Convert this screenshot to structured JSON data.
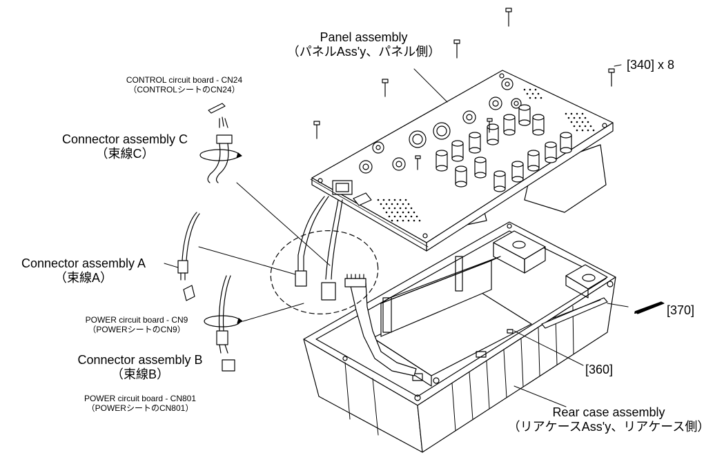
{
  "labels": {
    "panel_assembly": {
      "en": "Panel assembly",
      "ja": "（パネルAss'y、パネル側）"
    },
    "screws_340": "[340] x 8",
    "control_cn24": {
      "en": "CONTROL circuit board - CN24",
      "ja": "（CONTROLシートのCN24）"
    },
    "connector_c": {
      "en": "Connector assembly C",
      "ja": "（束線C）"
    },
    "connector_a": {
      "en": "Connector assembly A",
      "ja": "（束線A）"
    },
    "power_cn9": {
      "en": "POWER circuit board - CN9",
      "ja": "（POWERシートのCN9）"
    },
    "connector_b": {
      "en": "Connector assembly B",
      "ja": "（束線B）"
    },
    "power_cn801": {
      "en": "POWER circuit board - CN801",
      "ja": "（POWERシートのCN801）"
    },
    "part_370": "[370]",
    "part_360": "[360]",
    "rear_case": {
      "en": "Rear case assembly",
      "ja": "（リアケースAss'y、リアケース側）"
    }
  },
  "style": {
    "line_color": "#000000",
    "background": "#ffffff"
  }
}
